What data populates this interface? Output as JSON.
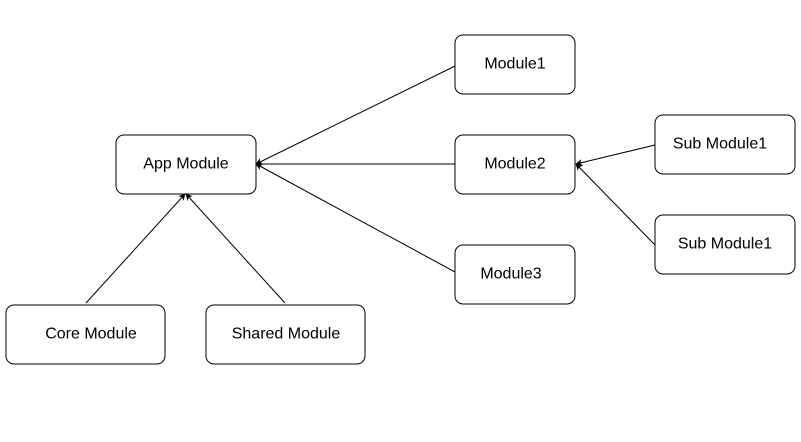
{
  "nodes": {
    "app_module": "App Module",
    "module1": "Module1",
    "module2": "Module2",
    "module3": "Module3",
    "sub_module_a": "Sub Module1",
    "sub_module_b": "Sub Module1",
    "core_module": "Core Module",
    "shared_module": "Shared Module"
  },
  "edges": [
    {
      "from": "module1",
      "to": "app_module"
    },
    {
      "from": "module2",
      "to": "app_module"
    },
    {
      "from": "module3",
      "to": "app_module"
    },
    {
      "from": "sub_module_a",
      "to": "module2"
    },
    {
      "from": "sub_module_b",
      "to": "module2"
    },
    {
      "from": "core_module",
      "to": "app_module"
    },
    {
      "from": "shared_module",
      "to": "app_module"
    }
  ],
  "colors": {
    "stroke": "#000000",
    "fill": "#ffffff",
    "text": "#000000"
  }
}
